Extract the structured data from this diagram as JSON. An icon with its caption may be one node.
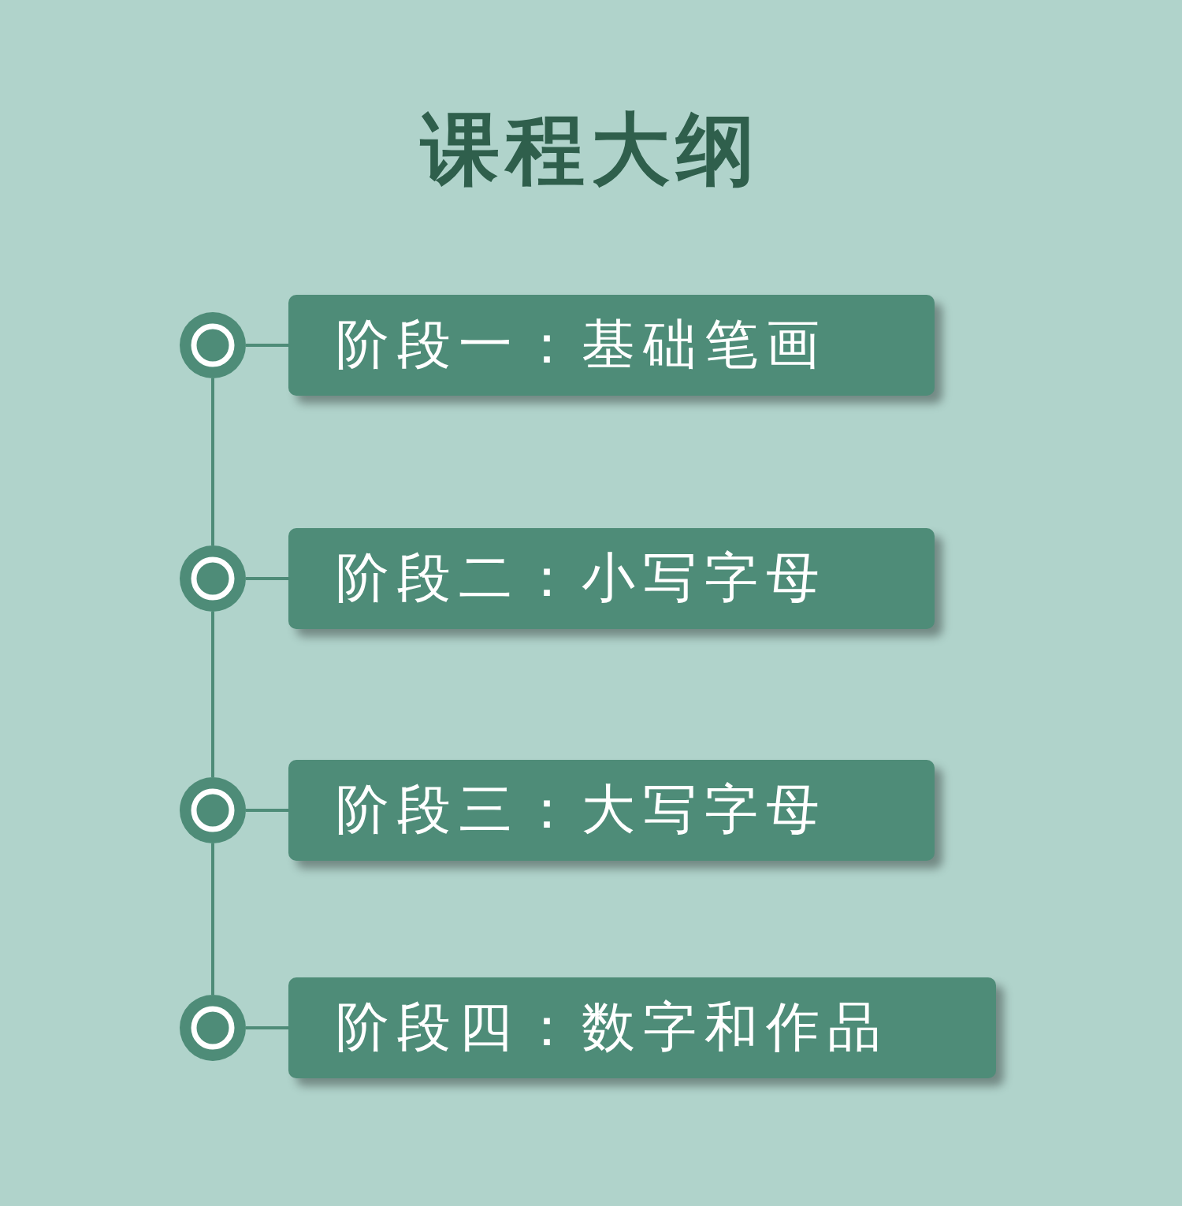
{
  "diagram": {
    "title": "课程大纲",
    "nodes": [
      {
        "text": [],
        "shape": "circle"
      },
      {
        "text": [
          "阶段一：基础笔画"
        ]
      },
      {
        "text": [],
        "shape": "circle"
      },
      {
        "text": [
          "阶段二：小写字母"
        ]
      },
      {
        "text": [],
        "shape": "circle"
      },
      {
        "text": [
          "阶段三：大写字母"
        ]
      },
      {
        "text": [],
        "shape": "circle"
      },
      {
        "text": [
          "阶段四：数字和作品"
        ]
      }
    ],
    "edges": [
      {
        "from": 0,
        "to": 1,
        "arrow": "none"
      },
      {
        "from": 0,
        "to": 2,
        "arrow": "none"
      },
      {
        "from": 2,
        "to": 3,
        "arrow": "none"
      },
      {
        "from": 2,
        "to": 4,
        "arrow": "none"
      },
      {
        "from": 4,
        "to": 5,
        "arrow": "none"
      },
      {
        "from": 4,
        "to": 6,
        "arrow": "none"
      },
      {
        "from": 6,
        "to": 7,
        "arrow": "none"
      }
    ]
  }
}
